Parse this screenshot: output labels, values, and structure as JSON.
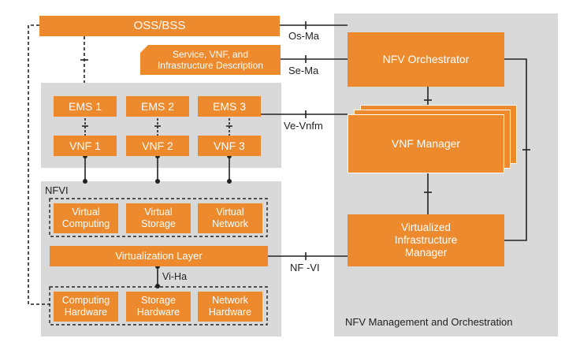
{
  "colors": {
    "orange": "#ee8a2e",
    "gray_panel": "#d9d9d9",
    "line": "#222222",
    "text_on_orange": "#ffffff"
  },
  "oss_bss": "OSS/BSS",
  "service_desc": [
    "Service, VNF, and",
    "Infrastructure Description"
  ],
  "ems": [
    "EMS 1",
    "EMS 2",
    "EMS 3"
  ],
  "vnf": [
    "VNF 1",
    "VNF 2",
    "VNF 3"
  ],
  "nfvi": {
    "title": "NFVI",
    "virtual": [
      [
        "Virtual",
        "Computing"
      ],
      [
        "Virtual",
        "Storage"
      ],
      [
        "Virtual",
        "Network"
      ]
    ],
    "virtualization_layer": "Virtualization Layer",
    "hardware": [
      [
        "Computing",
        "Hardware"
      ],
      [
        "Storage",
        "Hardware"
      ],
      [
        "Network",
        "Hardware"
      ]
    ]
  },
  "mano": {
    "title": "NFV Management and Orchestration",
    "orchestrator": "NFV Orchestrator",
    "vnf_manager": "VNF Manager",
    "vim": [
      "Virtualized",
      "Infrastructure",
      "Manager"
    ]
  },
  "interfaces": {
    "os_ma": "Os-Ma",
    "se_ma": "Se-Ma",
    "ve_vnfm": "Ve-Vnfm",
    "nf_vi": "NF -VI",
    "vi_ha": "Vi-Ha"
  }
}
